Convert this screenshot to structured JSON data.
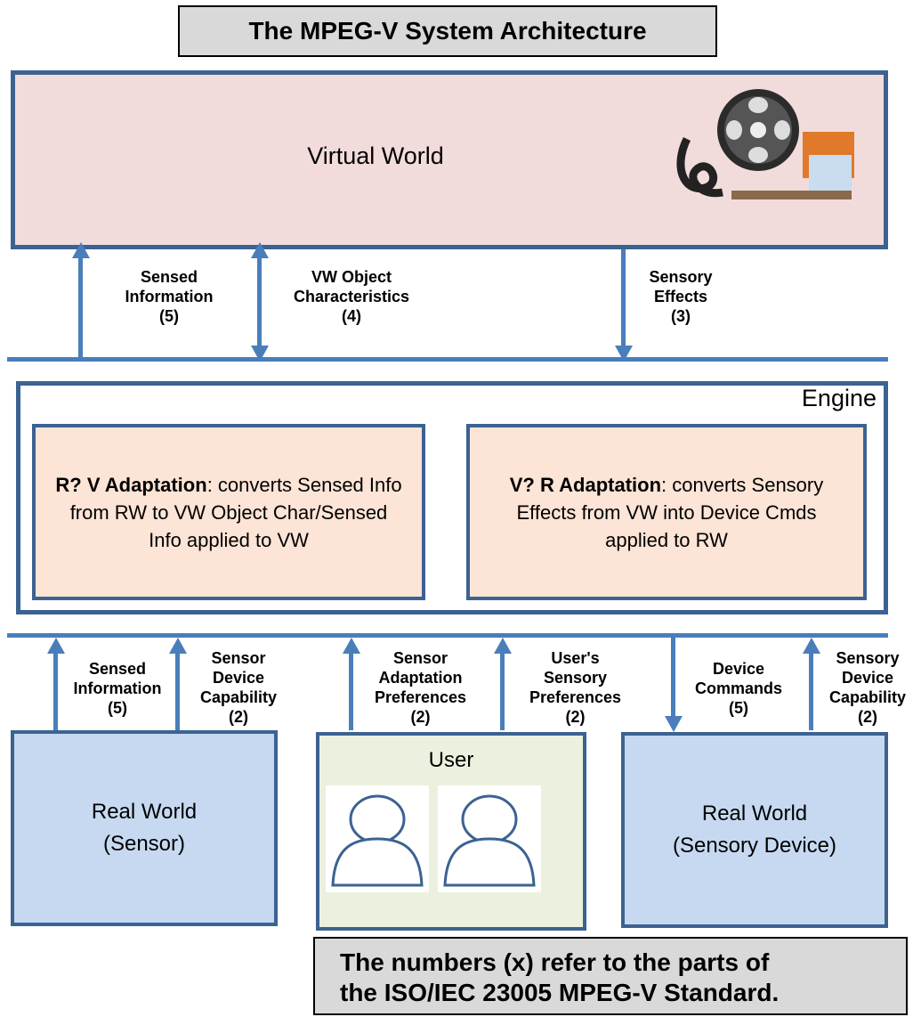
{
  "title": "The MPEG-V System Architecture",
  "virtual_world": {
    "label": "Virtual World"
  },
  "top_arrows": {
    "sensed_information": {
      "line1": "Sensed",
      "line2": "Information",
      "line3": "(5)"
    },
    "vw_object_characteristics": {
      "line1": "VW Object",
      "line2": "Characteristics",
      "line3": "(4)"
    },
    "sensory_effects": {
      "line1": "Sensory",
      "line2": "Effects",
      "line3": "(3)"
    }
  },
  "engine": {
    "label": "Engine",
    "r2v": {
      "bold": "R?  V Adaptation",
      "rest": ": converts Sensed Info from RW to VW Object Char/Sensed Info applied to VW"
    },
    "v2r": {
      "bold": "V?  R Adaptation",
      "rest": ": converts Sensory Effects from VW into Device Cmds applied to RW"
    }
  },
  "bottom_arrows": {
    "sensed_information": {
      "line1": "Sensed",
      "line2": "Information",
      "line3": "(5)"
    },
    "sensor_device_capability": {
      "line1": "Sensor",
      "line2": "Device",
      "line3": "Capability",
      "line4": "(2)"
    },
    "sensor_adaptation_preferences": {
      "line1": "Sensor",
      "line2": "Adaptation",
      "line3": "Preferences",
      "line4": "(2)"
    },
    "users_sensory_preferences": {
      "line1": "User's",
      "line2": "Sensory",
      "line3": "Preferences",
      "line4": "(2)"
    },
    "device_commands": {
      "line1": "Device",
      "line2": "Commands",
      "line3": "(5)"
    },
    "sensory_device_capability": {
      "line1": "Sensory",
      "line2": "Device",
      "line3": "Capability",
      "line4": "(2)"
    }
  },
  "real_world_sensor": {
    "line1": "Real World",
    "line2": "(Sensor)"
  },
  "user": {
    "label": "User"
  },
  "real_world_device": {
    "line1": "Real World",
    "line2": "(Sensory Device)"
  },
  "note": {
    "line1": "The numbers (x) refer to the parts of",
    "line2": "the ISO/IEC 23005 MPEG-V Standard."
  },
  "colors": {
    "frame": "#3c6291",
    "connector": "#4a7ebb",
    "virtual_world_fill": "#f2dcdb",
    "adaptation_fill": "#fce4d6",
    "real_world_fill": "#c6d9f1",
    "user_fill": "#ebf1de",
    "title_fill": "#d9d9d9"
  },
  "icons": [
    "film-reel-icon",
    "person-icon",
    "person-icon"
  ]
}
